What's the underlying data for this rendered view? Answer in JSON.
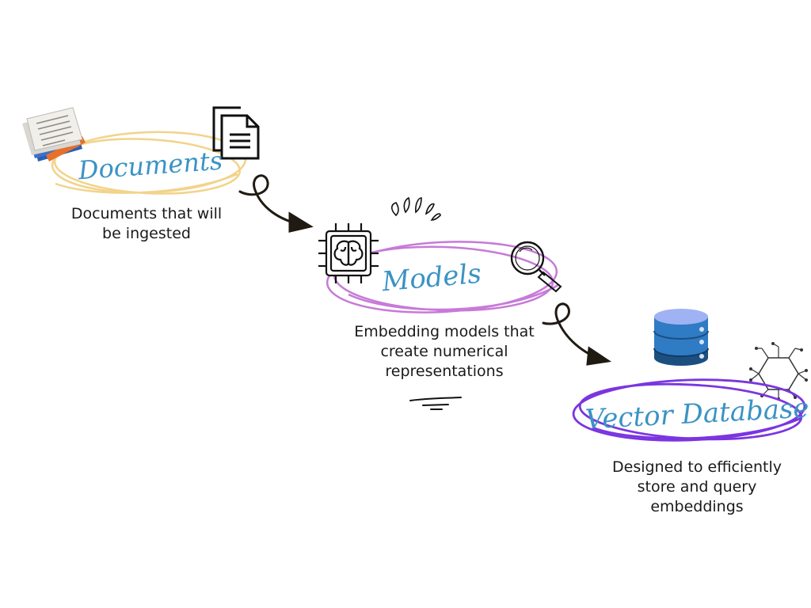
{
  "stages": [
    {
      "title": "Documents",
      "description_lines": [
        "Documents that will",
        "be ingested"
      ]
    },
    {
      "title": "Models",
      "description_lines": [
        "Embedding models that",
        "create numerical",
        "representations"
      ]
    },
    {
      "title": "Vector Database",
      "description_lines": [
        "Designed to efficiently",
        "store and query",
        "embeddings"
      ]
    }
  ],
  "icons": [
    "paper-stack-icon",
    "document-copy-icon",
    "brain-chip-icon",
    "magnifying-glass-icon",
    "database-icon",
    "network-hexagon-icon",
    "burst-icon"
  ],
  "colors": {
    "title_text": "#3b93c4",
    "documents_ring": "#f2d38a",
    "models_ring": "#c77ad8",
    "vector_ring": "#7b35e0",
    "arrow": "#1f1a12",
    "database_top": "#9fb2f4",
    "database_mid": "#2f7bc4",
    "database_bottom": "#1b4f80"
  }
}
